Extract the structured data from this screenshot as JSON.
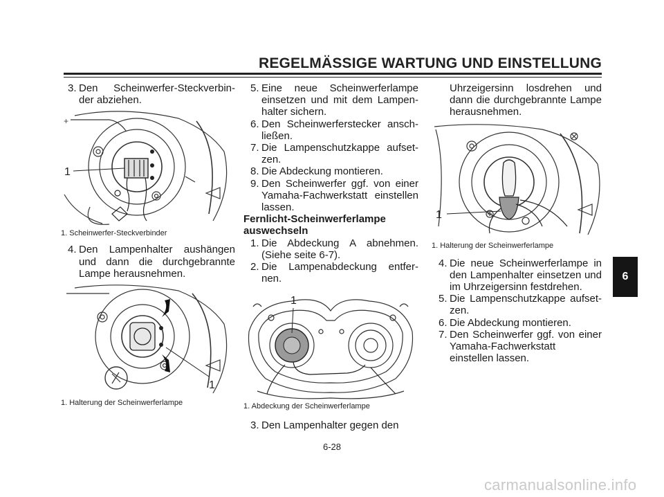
{
  "header": {
    "title": "REGELMÄSSIGE WARTUNG UND EINSTELLUNG"
  },
  "col1": {
    "step3": {
      "num": "3.",
      "text": "Den Scheinwerfer-Steckverbin-der abziehen."
    },
    "fig1": {
      "callout": "1",
      "caption": "1. Scheinwerfer-Steckverbinder"
    },
    "step4": {
      "num": "4.",
      "text": "Den Lampenhalter aushängen und dann die durchgebrannte Lampe herausnehmen."
    },
    "fig2": {
      "callout": "1",
      "caption": "1. Halterung der Scheinwerferlampe"
    }
  },
  "col2": {
    "steps": [
      {
        "num": "5.",
        "text": "Eine neue Scheinwerferlampe einsetzen und mit dem Lampen-halter sichern."
      },
      {
        "num": "6.",
        "text": "Den Scheinwerferstecker ansch-ließen."
      },
      {
        "num": "7.",
        "text": "Die Lampenschutzkappe aufset-zen."
      },
      {
        "num": "8.",
        "text": "Die Abdeckung montieren."
      },
      {
        "num": "9.",
        "text": "Den Scheinwerfer ggf. von einer Yamaha-Fachwerkstatt einstellen lassen."
      }
    ],
    "heading_line1": "Fernlicht-Scheinwerferlampe",
    "heading_line2": "auswechseln",
    "steps2": [
      {
        "num": "1.",
        "text": "Die Abdeckung A abnehmen. (Siehe seite 6-7)."
      },
      {
        "num": "2.",
        "text": "Die Lampenabdeckung entfer-nen."
      }
    ],
    "fig3": {
      "callout": "1",
      "caption": "1. Abdeckung der Scheinwerferlampe"
    },
    "step3": {
      "num": "3.",
      "text": "Den Lampenhalter gegen den"
    }
  },
  "col3": {
    "cont": "Uhrzeigersinn losdrehen und dann die durchgebrannte Lampe herausnehmen.",
    "fig4": {
      "callout": "1",
      "caption": "1. Halterung der Scheinwerferlampe"
    },
    "steps": [
      {
        "num": "4.",
        "text": "Die neue Scheinwerferlampe in den Lampenhalter einsetzen und im Uhrzeigersinn festdrehen."
      },
      {
        "num": "5.",
        "text": "Die Lampenschutzkappe aufset-zen."
      },
      {
        "num": "6.",
        "text": "Die Abdeckung montieren."
      },
      {
        "num": "7.",
        "text": "Den Scheinwerfer ggf. von einer Yamaha-Fachwerkstatt einstellen lassen."
      }
    ]
  },
  "chapter_tab": "6",
  "page_number": "6-28",
  "watermark": "carmanualsonline.info"
}
